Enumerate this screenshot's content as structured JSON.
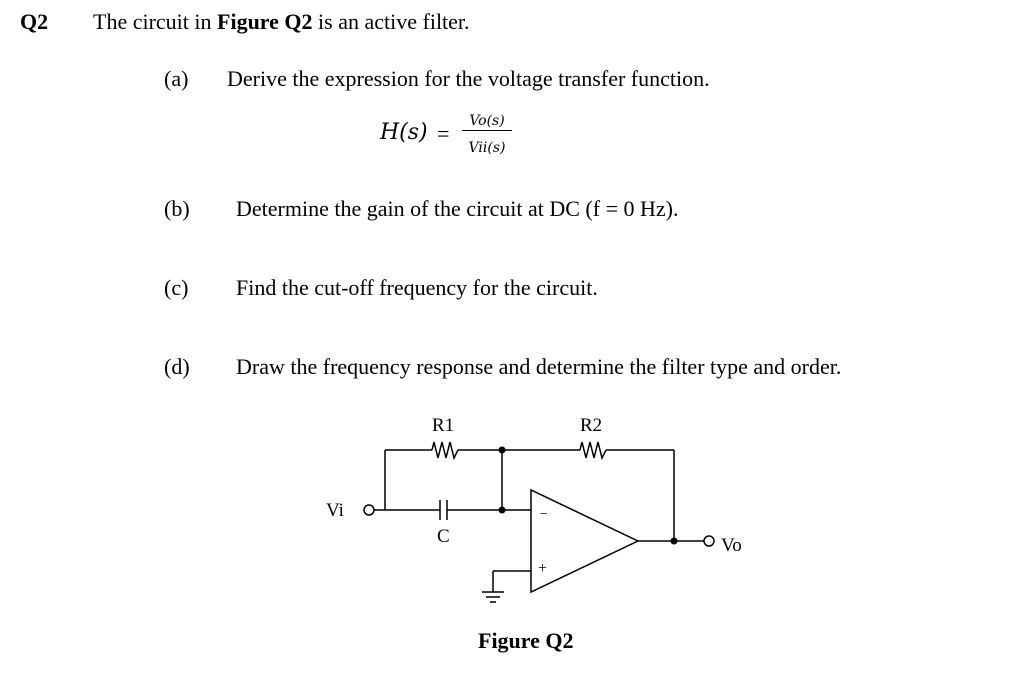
{
  "question": {
    "number": "Q2",
    "intro_before": "The circuit in ",
    "intro_bold": "Figure Q2",
    "intro_after": " is an active filter."
  },
  "parts": [
    {
      "label": "(a)",
      "text": "Derive the expression for the voltage transfer function."
    },
    {
      "label": "(b)",
      "text": "Determine the gain of the circuit at DC (f = 0 Hz)."
    },
    {
      "label": "(c)",
      "text": "Find the cut-off frequency for the circuit."
    },
    {
      "label": "(d)",
      "text": "Draw the frequency response and determine the filter type and order."
    }
  ],
  "formula": {
    "lhs": "H(s)",
    "equals": "=",
    "numerator": "Vo(s)",
    "denominator": "Vii(s)"
  },
  "circuit": {
    "r1": "R1",
    "r2": "R2",
    "c": "C",
    "vi": "Vi",
    "vo": "Vo",
    "minus": "−",
    "plus": "+"
  },
  "figure_caption": "Figure Q2"
}
